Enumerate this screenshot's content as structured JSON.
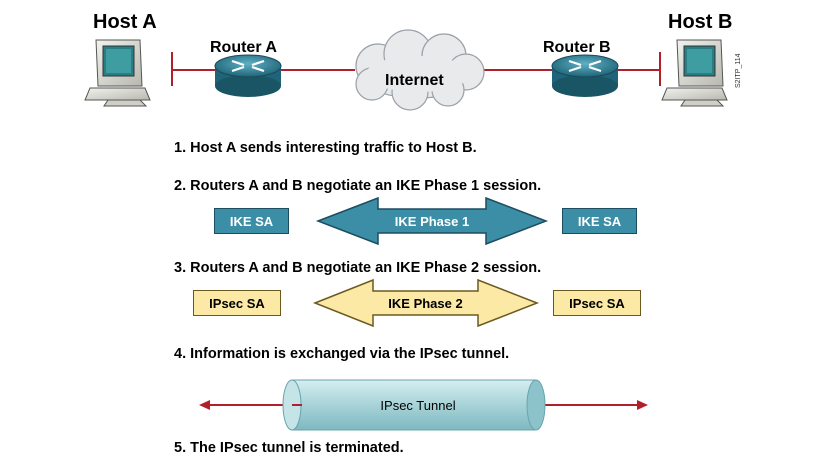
{
  "hosts": {
    "host_a": "Host A",
    "host_b": "Host B"
  },
  "routers": {
    "router_a": "Router A",
    "router_b": "Router B"
  },
  "cloud": {
    "label": "Internet"
  },
  "figure_code": "S2ITP_114",
  "steps": [
    "1. Host A sends interesting traffic to Host B.",
    "2. Routers A and B negotiate an IKE Phase 1 session.",
    "3. Routers A and B negotiate an IKE Phase 2 session.",
    "4. Information is exchanged via the IPsec tunnel.",
    "5. The IPsec tunnel is terminated."
  ],
  "phase1": {
    "left_sa": "IKE SA",
    "arrow": "IKE Phase 1",
    "right_sa": "IKE SA"
  },
  "phase2": {
    "left_sa": "IPsec SA",
    "arrow": "IKE Phase 2",
    "right_sa": "IPsec SA"
  },
  "tunnel": {
    "label": "IPsec Tunnel"
  },
  "colors": {
    "teal": "#3b8ea6",
    "teal_dark": "#1d4d60",
    "yellow": "#fce9a6",
    "link_red": "#b0202a",
    "tunnel": "#a9d3d7"
  }
}
